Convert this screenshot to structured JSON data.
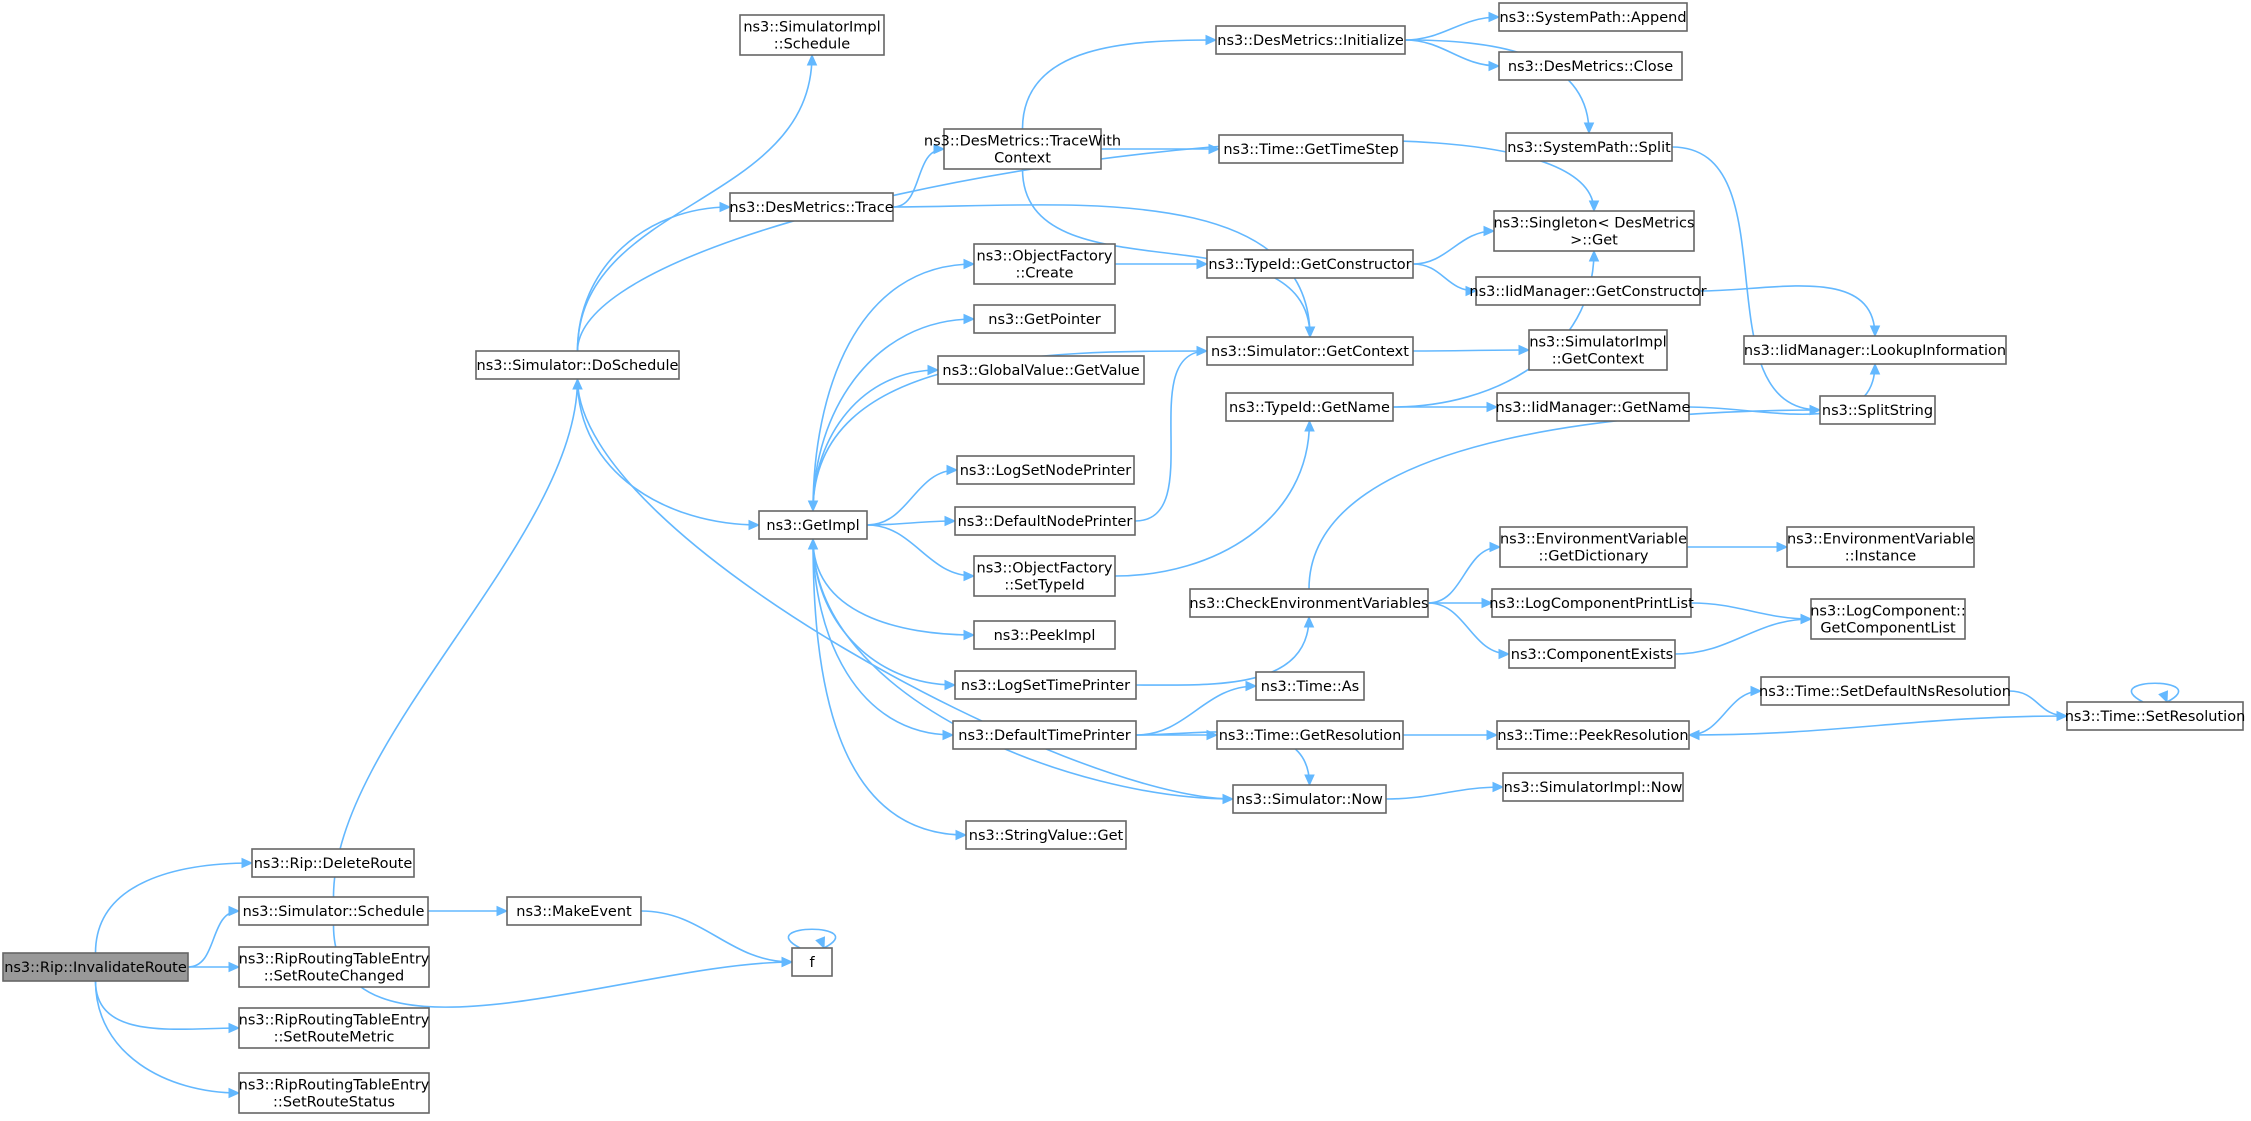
{
  "diagram": {
    "type": "call-graph",
    "colors": {
      "edge": "#63b8ff",
      "root_fill": "#999999",
      "node_fill": "#ffffff",
      "node_border": "#666666"
    },
    "nodes": [
      {
        "id": "invalidate",
        "lines": [
          "ns3::Rip::InvalidateRoute"
        ],
        "root": true
      },
      {
        "id": "deleteroute",
        "lines": [
          "ns3::Rip::DeleteRoute"
        ]
      },
      {
        "id": "schedule",
        "lines": [
          "ns3::Simulator::Schedule"
        ]
      },
      {
        "id": "setroutechanged",
        "lines": [
          "ns3::RipRoutingTableEntry",
          "::SetRouteChanged"
        ]
      },
      {
        "id": "setroutemetric",
        "lines": [
          "ns3::RipRoutingTableEntry",
          "::SetRouteMetric"
        ]
      },
      {
        "id": "setroutestatus",
        "lines": [
          "ns3::RipRoutingTableEntry",
          "::SetRouteStatus"
        ]
      },
      {
        "id": "doschedule",
        "lines": [
          "ns3::Simulator::DoSchedule"
        ]
      },
      {
        "id": "makeevent",
        "lines": [
          "ns3::MakeEvent"
        ]
      },
      {
        "id": "f",
        "lines": [
          "f"
        ]
      },
      {
        "id": "simimplschedule",
        "lines": [
          "ns3::SimulatorImpl",
          "::Schedule"
        ]
      },
      {
        "id": "desmetricstrace",
        "lines": [
          "ns3::DesMetrics::Trace"
        ]
      },
      {
        "id": "getimpl",
        "lines": [
          "ns3::GetImpl"
        ]
      },
      {
        "id": "tracewithcontext",
        "lines": [
          "ns3::DesMetrics::TraceWith",
          "Context"
        ]
      },
      {
        "id": "ofcreate",
        "lines": [
          "ns3::ObjectFactory",
          "::Create"
        ]
      },
      {
        "id": "getpointer",
        "lines": [
          "ns3::GetPointer"
        ]
      },
      {
        "id": "gvgetvalue",
        "lines": [
          "ns3::GlobalValue::GetValue"
        ]
      },
      {
        "id": "logsetnodeprinter",
        "lines": [
          "ns3::LogSetNodePrinter"
        ]
      },
      {
        "id": "defaultnodeprinter",
        "lines": [
          "ns3::DefaultNodePrinter"
        ]
      },
      {
        "id": "ofsettypeid",
        "lines": [
          "ns3::ObjectFactory",
          "::SetTypeId"
        ]
      },
      {
        "id": "peekimpl",
        "lines": [
          "ns3::PeekImpl"
        ]
      },
      {
        "id": "logsettimeprinter",
        "lines": [
          "ns3::LogSetTimePrinter"
        ]
      },
      {
        "id": "defaulttimeprinter",
        "lines": [
          "ns3::DefaultTimePrinter"
        ]
      },
      {
        "id": "stringvalueget",
        "lines": [
          "ns3::StringValue::Get"
        ]
      },
      {
        "id": "dminitialize",
        "lines": [
          "ns3::DesMetrics::Initialize"
        ]
      },
      {
        "id": "timegettimestep",
        "lines": [
          "ns3::Time::GetTimeStep"
        ]
      },
      {
        "id": "typeidgetconstructor",
        "lines": [
          "ns3::TypeId::GetConstructor"
        ]
      },
      {
        "id": "simgetcontext",
        "lines": [
          "ns3::Simulator::GetContext"
        ]
      },
      {
        "id": "typeidgetname",
        "lines": [
          "ns3::TypeId::GetName"
        ]
      },
      {
        "id": "checkenv",
        "lines": [
          "ns3::CheckEnvironmentVariables"
        ]
      },
      {
        "id": "timeas",
        "lines": [
          "ns3::Time::As"
        ]
      },
      {
        "id": "timegetresolution",
        "lines": [
          "ns3::Time::GetResolution"
        ]
      },
      {
        "id": "simnow",
        "lines": [
          "ns3::Simulator::Now"
        ]
      },
      {
        "id": "spappend",
        "lines": [
          "ns3::SystemPath::Append"
        ]
      },
      {
        "id": "dmclose",
        "lines": [
          "ns3::DesMetrics::Close"
        ]
      },
      {
        "id": "spsplit",
        "lines": [
          "ns3::SystemPath::Split"
        ]
      },
      {
        "id": "singletonget",
        "lines": [
          "ns3::Singleton< DesMetrics",
          ">::Get"
        ]
      },
      {
        "id": "iidgetconstructor",
        "lines": [
          "ns3::IidManager::GetConstructor"
        ]
      },
      {
        "id": "simimplgetcontext",
        "lines": [
          "ns3::SimulatorImpl",
          "::GetContext"
        ]
      },
      {
        "id": "iidgetname",
        "lines": [
          "ns3::IidManager::GetName"
        ]
      },
      {
        "id": "envgetdictionary",
        "lines": [
          "ns3::EnvironmentVariable",
          "::GetDictionary"
        ]
      },
      {
        "id": "logcomponentprintlist",
        "lines": [
          "ns3::LogComponentPrintList"
        ]
      },
      {
        "id": "componentexists",
        "lines": [
          "ns3::ComponentExists"
        ]
      },
      {
        "id": "timepeekresolution",
        "lines": [
          "ns3::Time::PeekResolution"
        ]
      },
      {
        "id": "simimplnow",
        "lines": [
          "ns3::SimulatorImpl::Now"
        ]
      },
      {
        "id": "iidlookup",
        "lines": [
          "ns3::IidManager::LookupInformation"
        ]
      },
      {
        "id": "splitstring",
        "lines": [
          "ns3::SplitString"
        ]
      },
      {
        "id": "envinstance",
        "lines": [
          "ns3::EnvironmentVariable",
          "::Instance"
        ]
      },
      {
        "id": "getcomponentlist",
        "lines": [
          "ns3::LogComponent::",
          "GetComponentList"
        ]
      },
      {
        "id": "timesetdefaultns",
        "lines": [
          "ns3::Time::SetDefaultNsResolution"
        ]
      },
      {
        "id": "timesetresolution",
        "lines": [
          "ns3::Time::SetResolution"
        ]
      }
    ]
  }
}
